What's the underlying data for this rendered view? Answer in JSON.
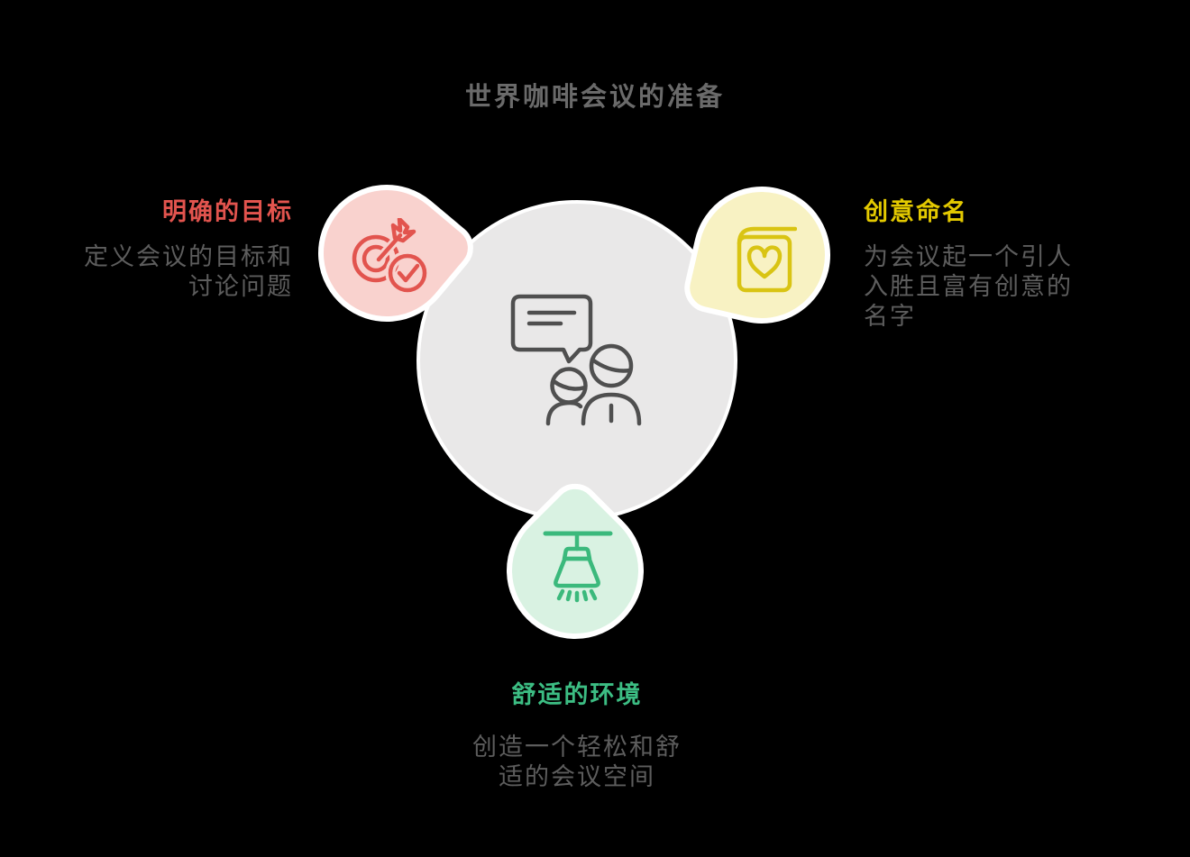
{
  "title": "世界咖啡会议的准备",
  "sections": [
    {
      "id": "goals",
      "heading": "明确的目标",
      "body": "定义会议的目标和\n讨论问题",
      "icon": "target-check-icon",
      "position": "left"
    },
    {
      "id": "naming",
      "heading": "创意命名",
      "body": "为会议起一个引人\n入胜且富有创意的\n名字",
      "icon": "book-heart-icon",
      "position": "right"
    },
    {
      "id": "environment",
      "heading": "舒适的环境",
      "body": "创造一个轻松和舒\n适的会议空间",
      "icon": "ceiling-lamp-icon",
      "position": "bottom"
    }
  ],
  "center": {
    "icon": "speech-bubble-people-icon"
  },
  "colors": {
    "background": "#000000",
    "title_text": "#6a6a6a",
    "body_text": "#5d5d5d",
    "center_circle_fill": "#e9e8e8",
    "center_icon_stroke": "#4f4f4f",
    "goals_accent": "#e2544e",
    "goals_fill": "#f9d2ce",
    "naming_accent": "#e3c900",
    "naming_icon_stroke": "#d9c413",
    "naming_fill": "#f8f2c3",
    "environment_accent": "#3cbd83",
    "environment_icon_stroke": "#3bb97c",
    "environment_fill": "#d9f2e2",
    "shape_outline": "#ffffff"
  }
}
